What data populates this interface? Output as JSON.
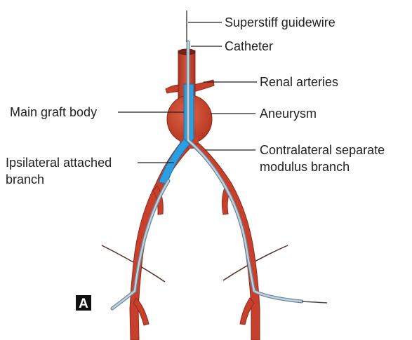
{
  "labels": {
    "guidewire": "Superstiff guidewire",
    "catheter": "Catheter",
    "renal": "Renal arteries",
    "main_body": "Main graft body",
    "aneurysm": "Aneurysm",
    "ipsi_1": "Ipsilateral attached",
    "ipsi_2": "branch",
    "contra_1": "Contralateral separate",
    "contra_2": "modulus branch"
  },
  "panel_letter": "A",
  "colors": {
    "artery": "#c8402c",
    "artery_dark": "#8e2a1b",
    "graft": "#2c9fe3",
    "catheter": "#9fb8c9",
    "wire": "#4a4a4a",
    "text": "#222222"
  }
}
